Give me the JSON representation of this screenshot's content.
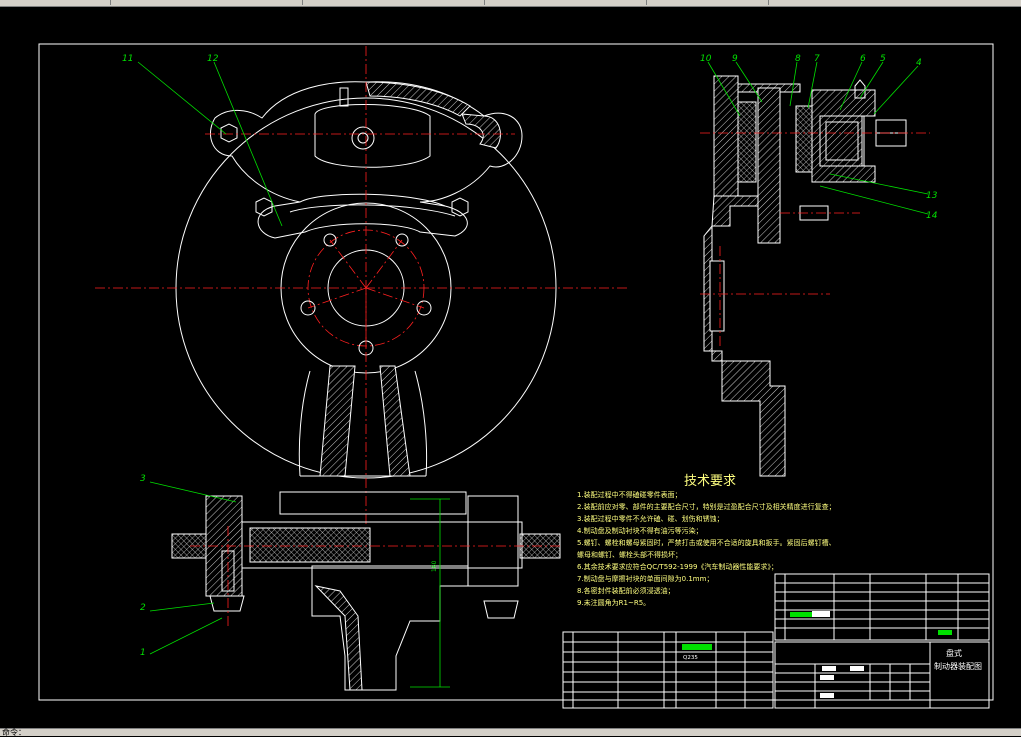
{
  "balloons": [
    "1",
    "2",
    "3",
    "4",
    "5",
    "6",
    "7",
    "8",
    "9",
    "10",
    "11",
    "12",
    "13",
    "14"
  ],
  "technical": {
    "title": "技术要求",
    "notes": [
      "1.装配过程中不得磕碰零件表面；",
      "2.装配前应对零、部件的主要配合尺寸，特别是过盈配合尺寸及相关精度进行复查；",
      "3.装配过程中零件不允许磕、碰、划伤和锈蚀；",
      "4.制动盘及制动衬块不得有油污等污染；",
      "5.螺钉、螺栓和螺母紧固时，严禁打击或使用不合适的旋具和扳手。紧固后螺钉槽、",
      "   螺母和螺钉、螺栓头部不得损坏；",
      "6.其余技术要求应符合QC/T592-1999《汽车制动器性能要求》；",
      "7.制动盘与摩擦衬块的单面间隙为0.1mm；",
      "8.各密封件装配前必须浸透油；",
      "9.未注圆角为R1~R5。"
    ]
  },
  "dimension": "160",
  "title_block": {
    "name_line1": "盘式",
    "name_line2": "制动器装配图",
    "material": "Q235"
  },
  "status_text": "命令："
}
